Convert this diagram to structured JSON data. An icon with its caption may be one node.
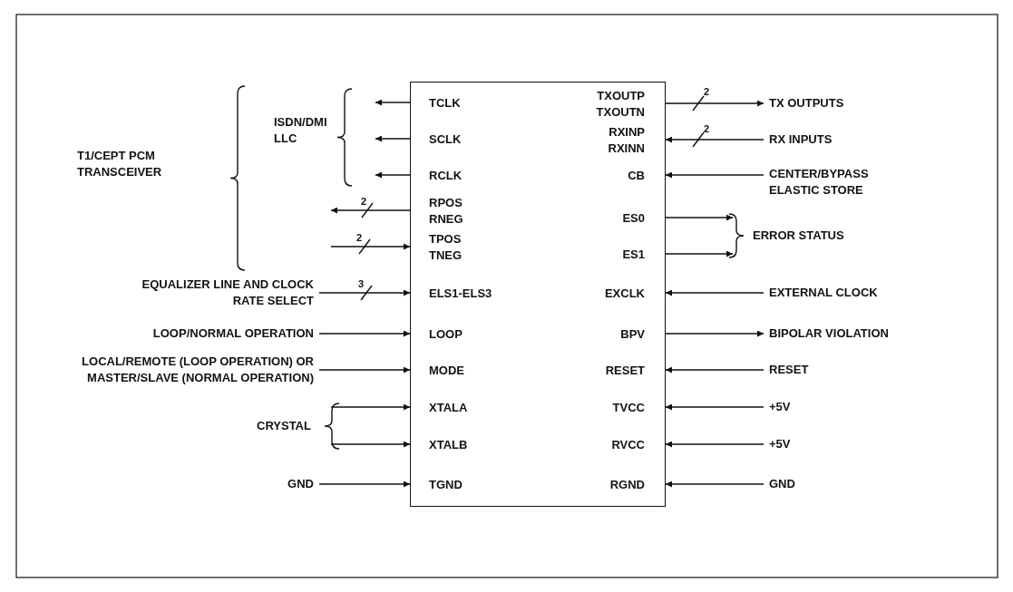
{
  "diagram": {
    "nodes": [
      {
        "text": [],
        "shape": "box"
      },
      {
        "text": [
          "TCLK"
        ],
        "in": 0
      },
      {
        "text": [
          "SCLK"
        ],
        "in": 0
      },
      {
        "text": [
          "RCLK"
        ],
        "in": 0
      },
      {
        "text": [
          "RPOS RNEG"
        ],
        "in": 0
      },
      {
        "text": [
          "TPOS TNEG"
        ],
        "in": 0
      },
      {
        "text": [
          "ELS1-ELS3"
        ],
        "in": 0
      },
      {
        "text": [
          "LOOP"
        ],
        "in": 0
      },
      {
        "text": [
          "MODE"
        ],
        "in": 0
      },
      {
        "text": [
          "XTALA"
        ],
        "in": 0
      },
      {
        "text": [
          "XTALB"
        ],
        "in": 0
      },
      {
        "text": [
          "TGND"
        ],
        "in": 0
      },
      {
        "text": [
          "TXOUTP TXOUTN"
        ],
        "in": 0
      },
      {
        "text": [
          "RXINP RXINN"
        ],
        "in": 0
      },
      {
        "text": [
          "CB"
        ],
        "in": 0
      },
      {
        "text": [
          "ES0"
        ],
        "in": 0
      },
      {
        "text": [
          "ES1"
        ],
        "in": 0
      },
      {
        "text": [
          "EXCLK"
        ],
        "in": 0
      },
      {
        "text": [
          "BPV"
        ],
        "in": 0
      },
      {
        "text": [
          "RESET"
        ],
        "in": 0
      },
      {
        "text": [
          "TVCC"
        ],
        "in": 0
      },
      {
        "text": [
          "RVCC"
        ],
        "in": 0
      },
      {
        "text": [
          "RGND"
        ],
        "in": 0
      },
      {
        "text": [
          "EQUALIZER LINE AND CLOCK RATE SELECT"
        ]
      },
      {
        "text": [
          "LOOP/NORMAL OPERATION"
        ]
      },
      {
        "text": [
          "LOCAL/REMOTE (LOOP OPERATION) OR MASTER/SLAVE (NORMAL OPERATION)"
        ]
      },
      {
        "text": [
          "GND"
        ]
      },
      {
        "text": [
          "TX OUTPUTS"
        ]
      },
      {
        "text": [
          "RX INPUTS"
        ]
      },
      {
        "text": [
          "CENTER/BYPASS ELASTIC STORE"
        ]
      },
      {
        "text": [
          "EXTERNAL CLOCK"
        ]
      },
      {
        "text": [
          "BIPOLAR VIOLATION"
        ]
      },
      {
        "text": [
          "RESET"
        ]
      },
      {
        "text": [
          "+5V"
        ]
      },
      {
        "text": [
          "+5V"
        ]
      },
      {
        "text": [
          "GND"
        ]
      }
    ],
    "edges": [
      {
        "from": 1,
        "to": null,
        "arrow": "to"
      },
      {
        "from": 2,
        "to": null,
        "arrow": "to"
      },
      {
        "from": 3,
        "to": null,
        "arrow": "to"
      },
      {
        "from": 4,
        "to": null,
        "arrow": "to"
      },
      {
        "from": null,
        "to": 5,
        "arrow": "to"
      },
      {
        "from": 23,
        "to": 6,
        "arrow": "to"
      },
      {
        "from": 24,
        "to": 7,
        "arrow": "to"
      },
      {
        "from": 25,
        "to": 8,
        "arrow": "to"
      },
      {
        "from": null,
        "to": 9,
        "arrow": "to"
      },
      {
        "from": null,
        "to": 10,
        "arrow": "to"
      },
      {
        "from": 26,
        "to": 11,
        "arrow": "to"
      },
      {
        "from": 12,
        "to": 27,
        "arrow": "to"
      },
      {
        "from": 28,
        "to": 13,
        "arrow": "to"
      },
      {
        "from": 29,
        "to": 14,
        "arrow": "to"
      },
      {
        "from": 15,
        "to": null,
        "arrow": "to"
      },
      {
        "from": 16,
        "to": null,
        "arrow": "to"
      },
      {
        "from": 30,
        "to": 17,
        "arrow": "to"
      },
      {
        "from": 18,
        "to": 31,
        "arrow": "to"
      },
      {
        "from": 32,
        "to": 19,
        "arrow": "to"
      },
      {
        "from": 33,
        "to": 20,
        "arrow": "to"
      },
      {
        "from": 34,
        "to": 21,
        "arrow": "to"
      },
      {
        "from": 35,
        "to": 22,
        "arrow": "to"
      }
    ],
    "labels": [
      "2",
      "ISDN/DMI LLC",
      "2",
      "T1/CEPT PCM TRANSCEIVER",
      "2",
      "ERROR STATUS",
      "2",
      "3",
      "CRYSTAL"
    ]
  }
}
